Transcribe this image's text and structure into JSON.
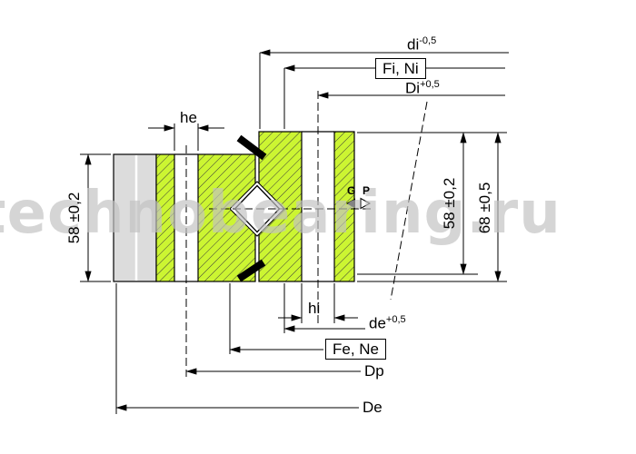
{
  "watermark": {
    "text": "technobearing.ru"
  },
  "dimensions": {
    "di": {
      "base": "di",
      "tol": "-0,5"
    },
    "fi_ni": {
      "label": "Fi, Ni"
    },
    "Di": {
      "base": "Di",
      "tol": "+0,5"
    },
    "he": {
      "label": "he"
    },
    "height_outer": {
      "label": "58 ±0,2"
    },
    "height_inner": {
      "label": "58 ±0,2"
    },
    "height_total": {
      "label": "68 ±0,5"
    },
    "hi": {
      "label": "hi"
    },
    "de": {
      "base": "de",
      "tol": "+0,5"
    },
    "fe_ne": {
      "label": "Fe, Ne"
    },
    "Dp": {
      "label": "Dp"
    },
    "De": {
      "label": "De"
    }
  },
  "ports": {
    "g": "G",
    "p": "P"
  },
  "colors": {
    "section_green": "#ccf532",
    "rim_gray": "#dcdcdc",
    "line": "#000000",
    "watermark": "#c2c2c2"
  }
}
